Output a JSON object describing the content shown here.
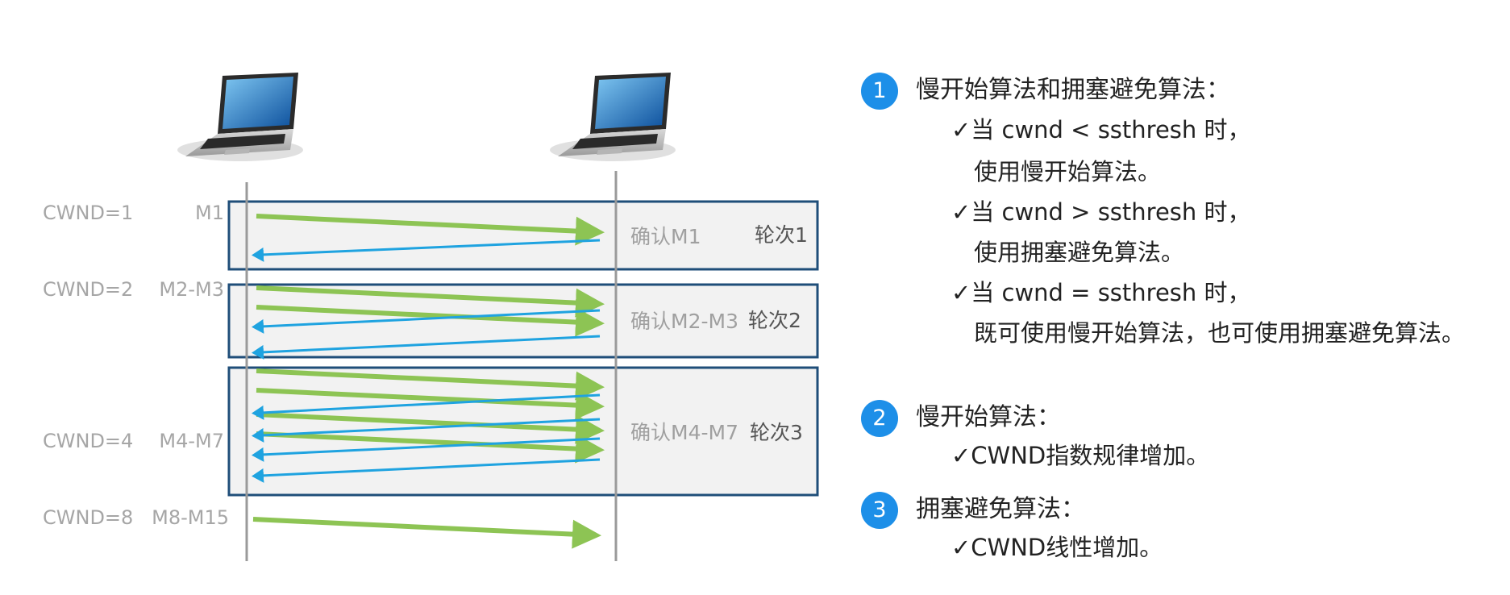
{
  "diagram": {
    "left_icon": "laptop-icon",
    "right_icon": "laptop-icon",
    "rows": [
      {
        "cwnd": "CWND=1",
        "segments": "M1",
        "ack": "确认M1",
        "round": "轮次1"
      },
      {
        "cwnd": "CWND=2",
        "segments": "M2-M3",
        "ack": "确认M2-M3",
        "round": "轮次2"
      },
      {
        "cwnd": "CWND=4",
        "segments": "M4-M7",
        "ack": "确认M4-M7",
        "round": "轮次3"
      },
      {
        "cwnd": "CWND=8",
        "segments": "M8-M15"
      }
    ],
    "colors": {
      "segment_arrow": "#8dc454",
      "ack_arrow": "#1fa3e0",
      "box_border": "#1f4e79",
      "box_fill": "#f2f2f2"
    }
  },
  "notes": {
    "badge_color": "#1d8fe8",
    "sections": [
      {
        "number": "1",
        "title": "慢开始算法和拥塞避免算法：",
        "items": [
          {
            "condition": "✓当 cwnd < ssthresh 时，",
            "action": "使用慢开始算法。"
          },
          {
            "condition": "✓当 cwnd > ssthresh 时，",
            "action": "使用拥塞避免算法。"
          },
          {
            "condition": "✓当 cwnd = ssthresh 时，",
            "action": "既可使用慢开始算法，也可使用拥塞避免算法。"
          }
        ]
      },
      {
        "number": "2",
        "title": "慢开始算法：",
        "items": [
          {
            "condition": "✓CWND指数规律增加。"
          }
        ]
      },
      {
        "number": "3",
        "title": "拥塞避免算法：",
        "items": [
          {
            "condition": "✓CWND线性增加。"
          }
        ]
      }
    ]
  }
}
